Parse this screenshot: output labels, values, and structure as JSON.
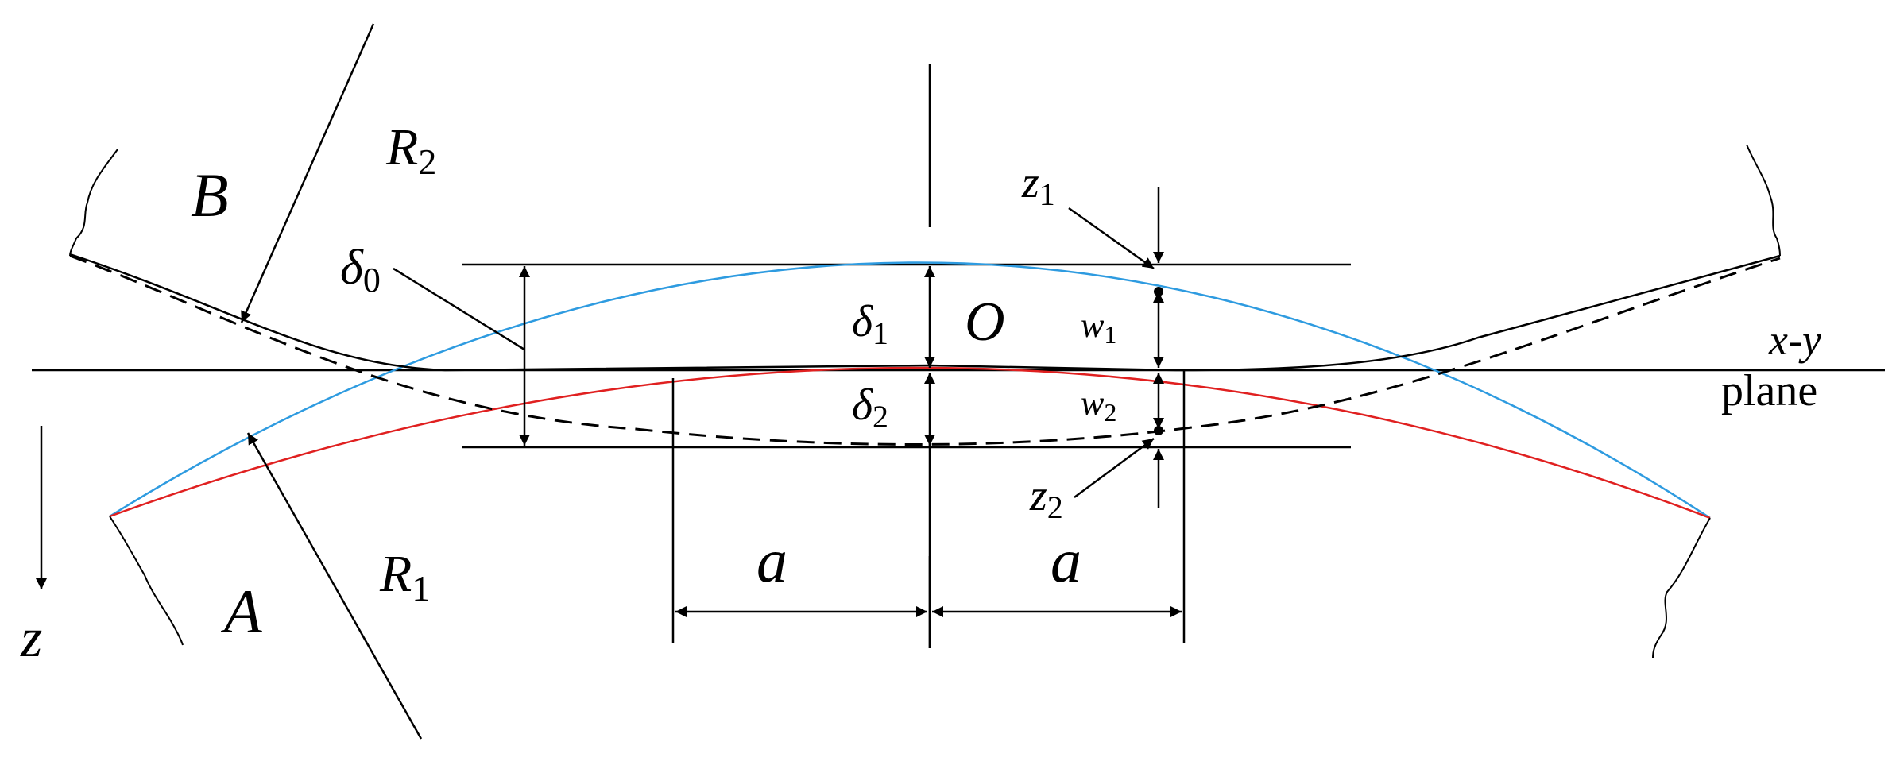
{
  "colors": {
    "upper_arc": "#2e9be0",
    "lower_arc": "#e02020",
    "ink": "#000000"
  },
  "labels": {
    "body_b": "B",
    "body_a": "A",
    "radius_2": {
      "main": "R",
      "sub": "2"
    },
    "radius_1": {
      "main": "R",
      "sub": "1"
    },
    "delta_0": {
      "main": "δ",
      "sub": "0"
    },
    "delta_1": {
      "main": "δ",
      "sub": "1"
    },
    "delta_2": {
      "main": "δ",
      "sub": "2"
    },
    "origin": "O",
    "w_1": {
      "main": "w",
      "sub": "1"
    },
    "w_2": {
      "main": "w",
      "sub": "2"
    },
    "z_1": {
      "main": "z",
      "sub": "1"
    },
    "z_2": {
      "main": "z",
      "sub": "2"
    },
    "plane_line1": "x-y",
    "plane_line2": "plane",
    "axis_z": "z",
    "a_left": "a",
    "a_right": "a"
  }
}
